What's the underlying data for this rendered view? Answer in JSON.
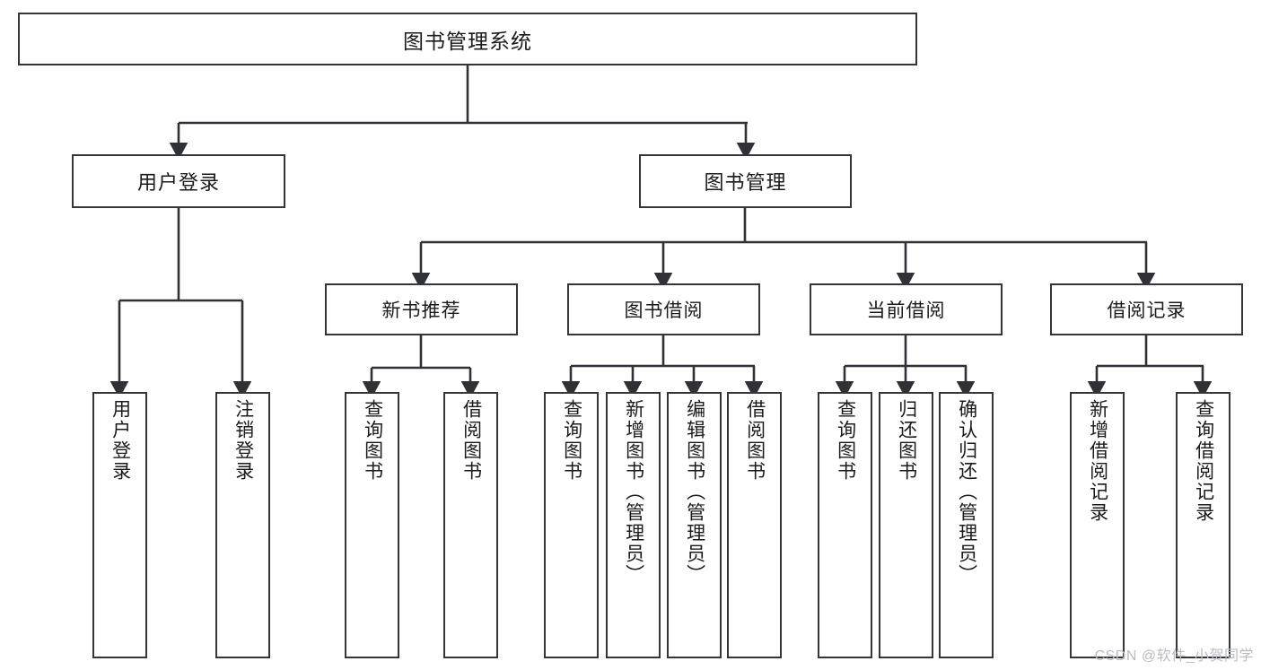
{
  "diagram": {
    "title": "图书管理系统",
    "watermark": "CSDN @软件_小贺同学",
    "colors": {
      "box_border": "#33353a",
      "box_fill": "#ffffff",
      "connector": "#2f3136",
      "text": "#1b1b1b",
      "watermark": "#b9bcc2",
      "background": "#ffffff"
    },
    "nodes": {
      "root": {
        "label": "图书管理系统",
        "level": 0,
        "orientation": "horizontal"
      },
      "user_login": {
        "label": "用户登录",
        "level": 1,
        "orientation": "horizontal"
      },
      "book_manage": {
        "label": "图书管理",
        "level": 1,
        "orientation": "horizontal"
      },
      "new_book_rec": {
        "label": "新书推荐",
        "level": 2,
        "orientation": "horizontal"
      },
      "book_borrow": {
        "label": "图书借阅",
        "level": 2,
        "orientation": "horizontal"
      },
      "current_borrow": {
        "label": "当前借阅",
        "level": 2,
        "orientation": "horizontal"
      },
      "borrow_record": {
        "label": "借阅记录",
        "level": 2,
        "orientation": "horizontal"
      },
      "leaf_user_login": {
        "label": "用户登录",
        "level": 3,
        "orientation": "vertical"
      },
      "leaf_logout": {
        "label": "注销登录",
        "level": 3,
        "orientation": "vertical"
      },
      "leaf_query_book_1": {
        "label": "查询图书",
        "level": 3,
        "orientation": "vertical"
      },
      "leaf_borrow_book_1": {
        "label": "借阅图书",
        "level": 3,
        "orientation": "vertical"
      },
      "leaf_query_book_2": {
        "label": "查询图书",
        "level": 3,
        "orientation": "vertical"
      },
      "leaf_add_book": {
        "label": "新增图书（管理员）",
        "level": 3,
        "orientation": "vertical"
      },
      "leaf_edit_book": {
        "label": "编辑图书（管理员）",
        "level": 3,
        "orientation": "vertical"
      },
      "leaf_borrow_book_2": {
        "label": "借阅图书",
        "level": 3,
        "orientation": "vertical"
      },
      "leaf_query_book_3": {
        "label": "查询图书",
        "level": 3,
        "orientation": "vertical"
      },
      "leaf_return_book": {
        "label": "归还图书",
        "level": 3,
        "orientation": "vertical"
      },
      "leaf_confirm_return": {
        "label": "确认归还（管理员）",
        "level": 3,
        "orientation": "vertical"
      },
      "leaf_add_record": {
        "label": "新增借阅记录",
        "level": 3,
        "orientation": "vertical"
      },
      "leaf_query_record": {
        "label": "查询借阅记录",
        "level": 3,
        "orientation": "vertical"
      }
    },
    "hierarchy": [
      {
        "parent": "root",
        "children": [
          "user_login",
          "book_manage"
        ]
      },
      {
        "parent": "user_login",
        "children": [
          "leaf_user_login",
          "leaf_logout"
        ]
      },
      {
        "parent": "book_manage",
        "children": [
          "new_book_rec",
          "book_borrow",
          "current_borrow",
          "borrow_record"
        ]
      },
      {
        "parent": "new_book_rec",
        "children": [
          "leaf_query_book_1",
          "leaf_borrow_book_1"
        ]
      },
      {
        "parent": "book_borrow",
        "children": [
          "leaf_query_book_2",
          "leaf_add_book",
          "leaf_edit_book",
          "leaf_borrow_book_2"
        ]
      },
      {
        "parent": "current_borrow",
        "children": [
          "leaf_query_book_3",
          "leaf_return_book",
          "leaf_confirm_return"
        ]
      },
      {
        "parent": "borrow_record",
        "children": [
          "leaf_add_record",
          "leaf_query_record"
        ]
      }
    ]
  }
}
